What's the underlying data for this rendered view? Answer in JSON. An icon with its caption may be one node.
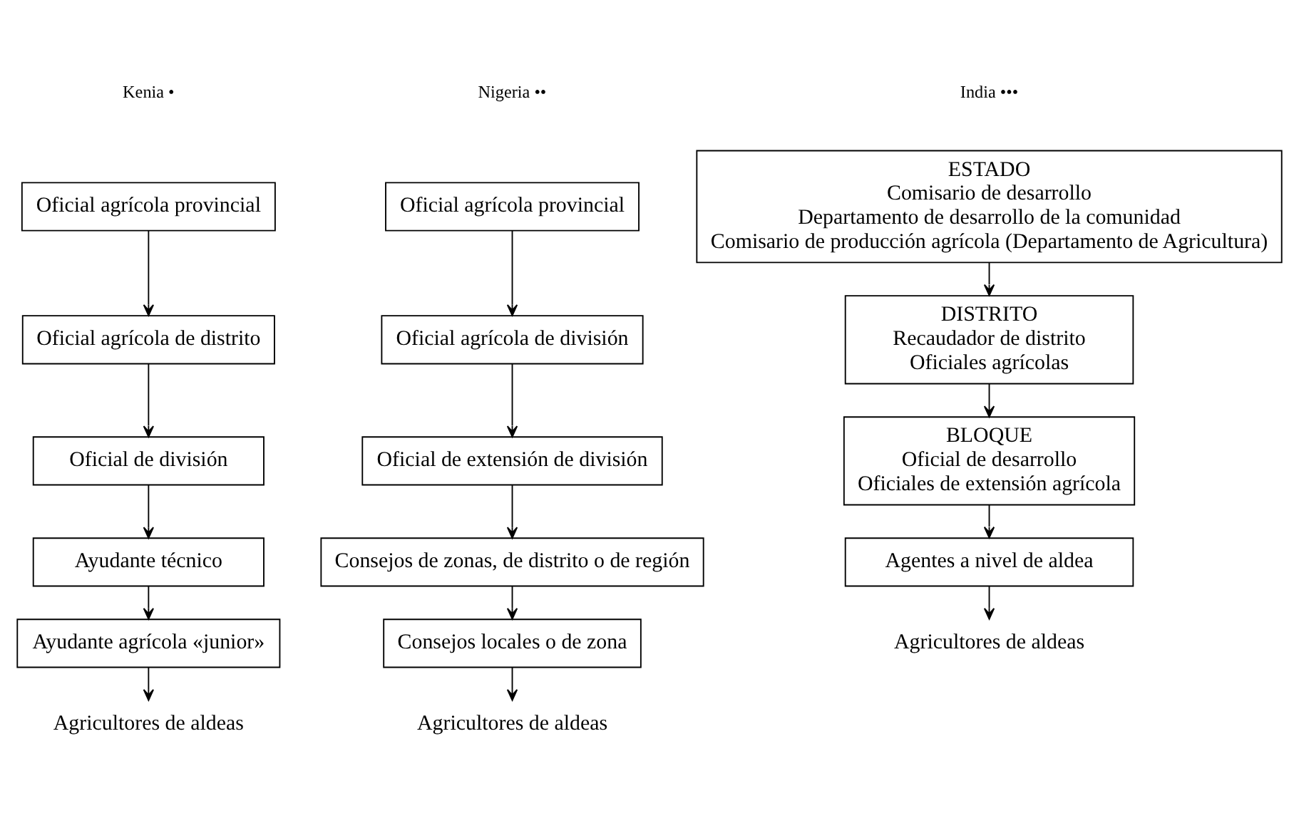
{
  "diagram": {
    "nodes": [
      {
        "text": [
          "Oficial agrícola provincial"
        ]
      },
      {
        "text": [
          "Oficial agrícola de distrito"
        ]
      },
      {
        "text": [
          "Oficial de división"
        ]
      },
      {
        "text": [
          "Ayudante técnico"
        ]
      },
      {
        "text": [
          "Ayudante agrícola «junior»"
        ]
      },
      {
        "text": [
          "Agricultores de aldeas"
        ]
      },
      {
        "text": [
          "Oficial agrícola provincial"
        ]
      },
      {
        "text": [
          "Oficial agrícola de división"
        ]
      },
      {
        "text": [
          "Oficial de extensión de división"
        ]
      },
      {
        "text": [
          "Consejos de zonas, de distrito o de región"
        ]
      },
      {
        "text": [
          "Consejos locales o de zona"
        ]
      },
      {
        "text": [
          "Agricultores de aldeas"
        ]
      },
      {
        "text": [
          "ESTADO",
          "Comisario de desarrollo",
          "Departamento de desarrollo de la comunidad",
          "Comisario de producción agrícola (Departamento de Agricultura)"
        ]
      },
      {
        "text": [
          "DISTRITO",
          "Recaudador de distrito",
          "Oficiales agrícolas"
        ]
      },
      {
        "text": [
          "BLOQUE",
          "Oficial de desarrollo",
          "Oficiales de extensión agrícola"
        ]
      },
      {
        "text": [
          "Agentes a nivel de aldea"
        ]
      },
      {
        "text": [
          "Agricultores de aldeas"
        ]
      }
    ],
    "edges": [
      {
        "from": 0,
        "to": 1,
        "arrow": "to"
      },
      {
        "from": 1,
        "to": 2,
        "arrow": "to"
      },
      {
        "from": 2,
        "to": 3,
        "arrow": "to"
      },
      {
        "from": 3,
        "to": 4,
        "arrow": "to"
      },
      {
        "from": 4,
        "to": 5,
        "arrow": "to"
      },
      {
        "from": 6,
        "to": 7,
        "arrow": "to"
      },
      {
        "from": 7,
        "to": 8,
        "arrow": "to"
      },
      {
        "from": 8,
        "to": 9,
        "arrow": "to"
      },
      {
        "from": 9,
        "to": 10,
        "arrow": "to"
      },
      {
        "from": 10,
        "to": 11,
        "arrow": "to"
      },
      {
        "from": 12,
        "to": 13,
        "arrow": "to"
      },
      {
        "from": 13,
        "to": 14,
        "arrow": "to"
      },
      {
        "from": 14,
        "to": 15,
        "arrow": "to"
      },
      {
        "from": 15,
        "to": 16,
        "arrow": "to"
      }
    ],
    "labels": [
      "Kenia •",
      "Nigeria ••",
      "India •••"
    ]
  }
}
